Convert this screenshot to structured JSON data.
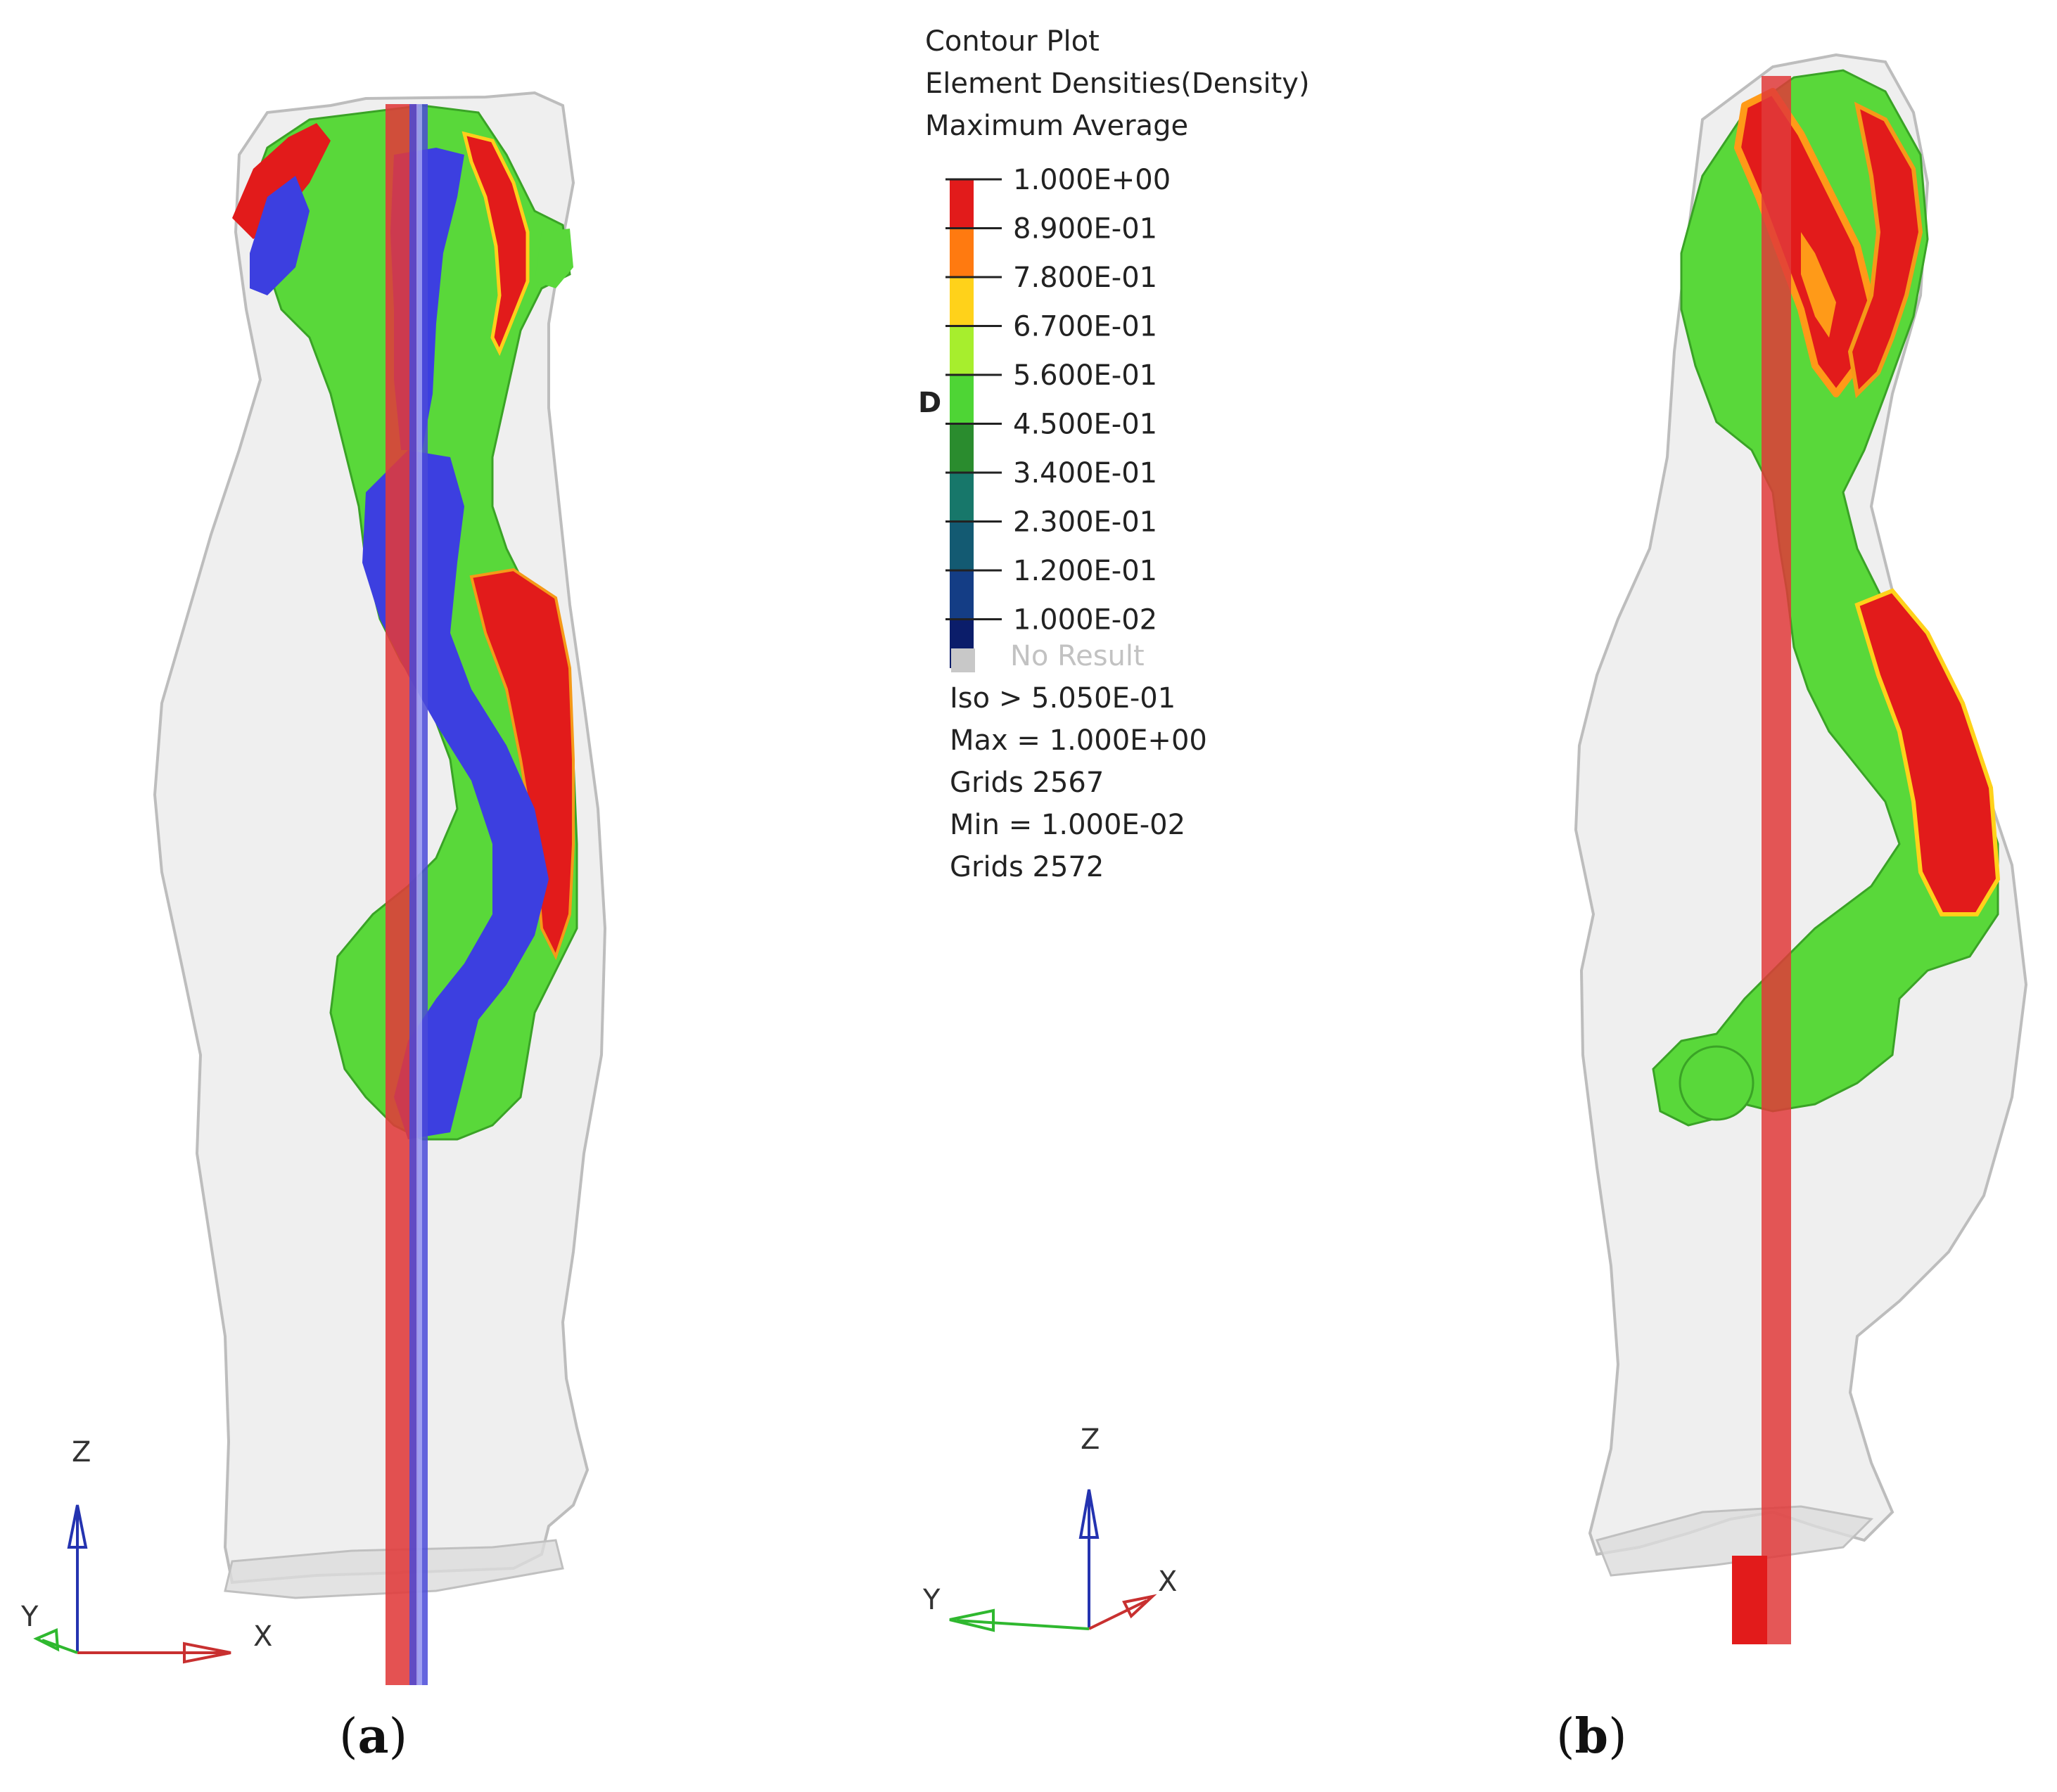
{
  "legend": {
    "title_lines": [
      "Contour Plot",
      "Element Densities(Density)",
      "Maximum Average"
    ],
    "ticks": [
      "1.000E+00",
      "8.900E-01",
      "7.800E-01",
      "6.700E-01",
      "5.600E-01",
      "4.500E-01",
      "3.400E-01",
      "2.300E-01",
      "1.200E-01",
      "1.000E-02"
    ],
    "band_colors": [
      "#e21b1b",
      "#ff7a10",
      "#ffd21a",
      "#a7ee2d",
      "#4ed535",
      "#2a8c2e",
      "#17776a",
      "#135a72",
      "#143d85",
      "#0b1d6a"
    ],
    "marker": "D",
    "no_result_label": "No Result",
    "no_result_color": "#c8c8c8",
    "stats": [
      "Iso > 5.050E-01",
      "Max =  1.000E+00",
      "Grids 2567",
      "Min =  1.000E-02",
      "Grids 2572"
    ]
  },
  "colors": {
    "body_fill": "#e9e9e9",
    "body_stroke": "#bdbdbd",
    "high_density": "#e21b1b",
    "mid_density": "#59d83a",
    "low_density": "#3c3fe0",
    "rod": "#e03a3a",
    "axis_x": "#c83030",
    "axis_y": "#2fb82f",
    "axis_z": "#2433b0"
  },
  "triads": [
    {
      "z": "Z",
      "x": "X",
      "y": "Y"
    },
    {
      "z": "Z",
      "x": "X",
      "y": "Y"
    }
  ],
  "captions": [
    {
      "open": "(",
      "letter": "a",
      "close": ")"
    },
    {
      "open": "(",
      "letter": "b",
      "close": ")"
    }
  ]
}
